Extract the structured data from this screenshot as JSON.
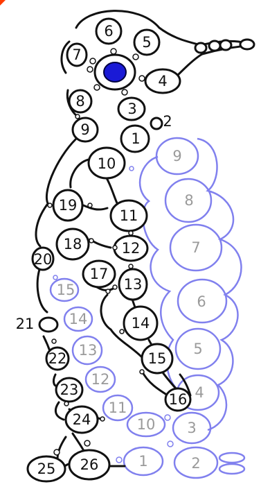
{
  "colors": {
    "black_ring": "#111111",
    "blue_ring": "#8080ee",
    "eye": "#1a1ad6",
    "gray_text": "#9a9a9a",
    "corner": "#ff3b00"
  },
  "eye": {
    "icon": "eye-icon"
  },
  "black_labels": [
    "1",
    "2",
    "3",
    "4",
    "5",
    "6",
    "7",
    "8",
    "9",
    "10",
    "11",
    "12",
    "13",
    "14",
    "15",
    "16",
    "17",
    "18",
    "19",
    "20",
    "21",
    "22",
    "23",
    "24",
    "25",
    "26"
  ],
  "blue_labels": [
    "1",
    "2",
    "3",
    "4",
    "5",
    "6",
    "7",
    "8",
    "9",
    "10",
    "11",
    "12",
    "13",
    "14",
    "15"
  ]
}
